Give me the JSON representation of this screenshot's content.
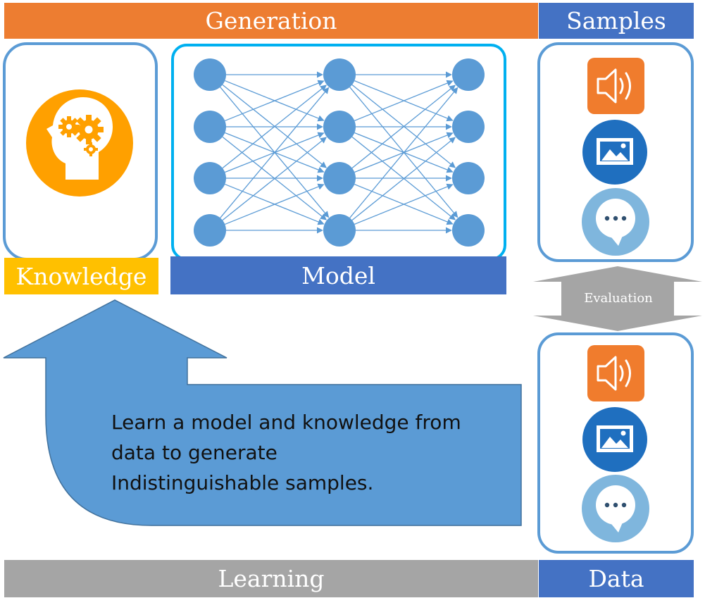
{
  "labels": {
    "generation": "Generation",
    "samples": "Samples",
    "knowledge": "Knowledge",
    "model": "Model",
    "evaluation": "Evaluation",
    "learning": "Learning",
    "data": "Data"
  },
  "caption": {
    "line1": "Learn a model and knowledge from",
    "line2": "data to generate",
    "line3": "Indistinguishable samples."
  },
  "network": {
    "layers": [
      4,
      4,
      4
    ]
  },
  "colors": {
    "generation_bar": "#ED7D31",
    "blue_bar": "#4472C4",
    "knowledge_bar": "#FFC000",
    "learning_bar": "#A5A5A5",
    "card_border": "#5B9BD5",
    "model_border": "#00B0F0",
    "node": "#5B9BD5",
    "arrow": "#5B9BD5",
    "head_icon": "#FFA000",
    "audio_icon": "#F07C2D",
    "image_icon": "#1F6FBF",
    "chat_icon": "#7FB6DD"
  },
  "icons": [
    "brain-gears-icon",
    "speaker-icon",
    "image-icon",
    "chat-bubble-icon"
  ]
}
